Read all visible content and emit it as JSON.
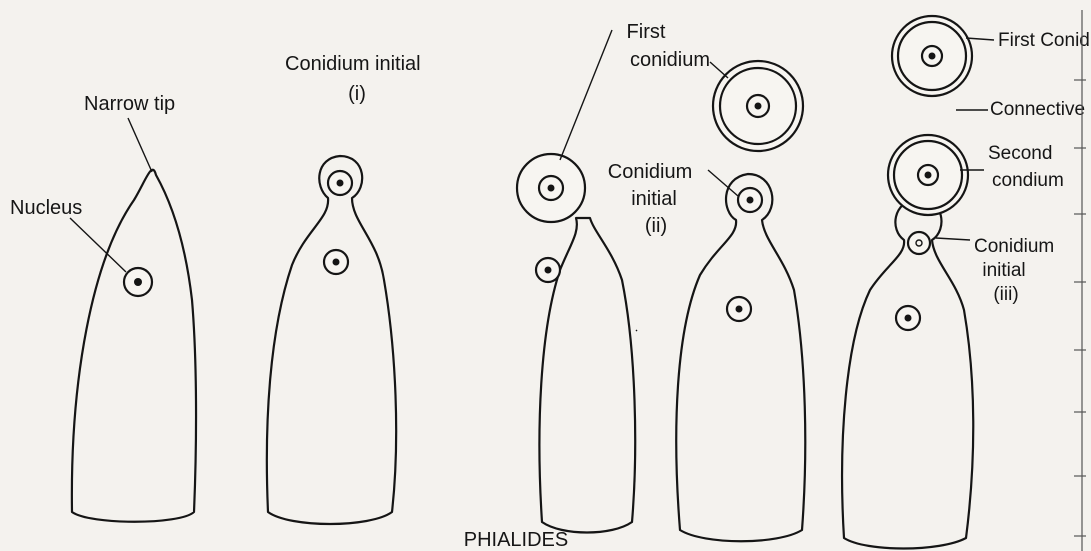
{
  "caption": "PHIALIDES",
  "labels": {
    "nucleus": "Nucleus",
    "narrow_tip": "Narrow tip",
    "conidium_initial_i_line1": "Conidium initial",
    "conidium_initial_i_line2": "(i)",
    "first_conidium_line1": "First",
    "first_conidium_line2": "conidium",
    "conidium_initial_ii_line1": "Conidium",
    "conidium_initial_ii_line2": "initial",
    "conidium_initial_ii_line3": "(ii)",
    "first_conidium_cut": "First Conidur",
    "connective": "Connective",
    "second_conidium_line1": "Second",
    "second_conidium_line2": "condium",
    "conidium_initial_iii_line1": "Conidium",
    "conidium_initial_iii_line2": "initial",
    "conidium_initial_iii_line3": "(iii)"
  }
}
